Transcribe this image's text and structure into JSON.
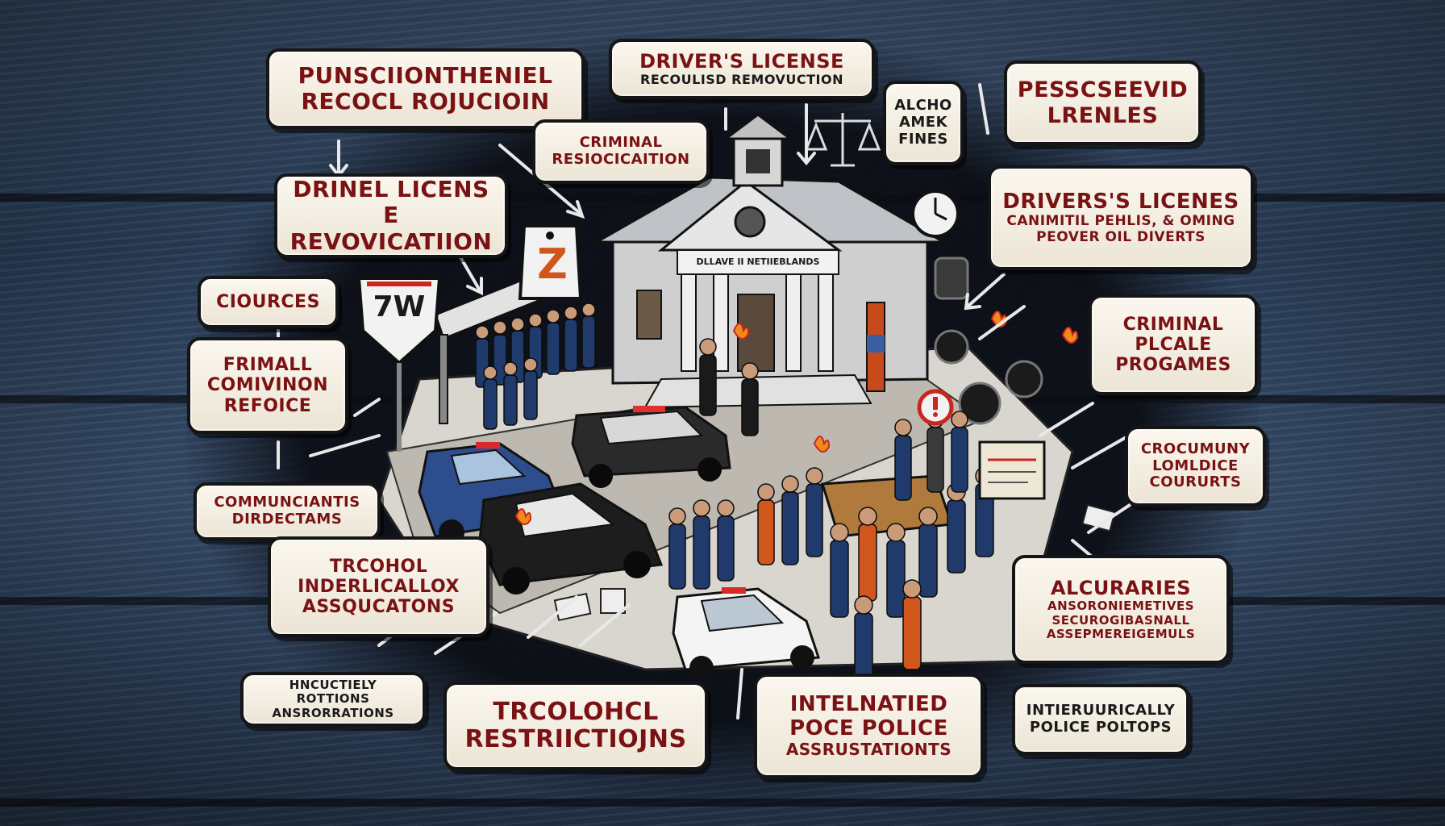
{
  "labels": {
    "punish": {
      "line1": "PUNSCIIONTHENIEL",
      "line2": "RECOCL ROJUCIOIN"
    },
    "drivers_top": {
      "line1": "DRIVER'S LICENSE",
      "line2": "RECOULISD REMOVUCTION"
    },
    "alcho": {
      "line1": "ALCHO",
      "line2": "AMEK",
      "line3": "FINES"
    },
    "pessceevid": {
      "line1": "PESSCSEEVID",
      "line2": "LRENLES"
    },
    "criminal_res": {
      "line1": "CRIMINAL",
      "line2": "RESIOCICAITION"
    },
    "drinel": {
      "line1": "DRINEL LICENS E",
      "line2": "REVOVICATIION"
    },
    "drivers_right": {
      "line1": "DRIVERS'S LICENES",
      "line2": "CANIMITIL PEHLIS, & OMING",
      "line3": "PEOVER OIL DIVERTS"
    },
    "ciources": {
      "line1": "CIOURCES"
    },
    "frimall": {
      "line1": "FRIMALL",
      "line2": "COMIVINON",
      "line3": "REFOICE"
    },
    "criminal_plcale": {
      "line1": "CRIMINAL",
      "line2": "PLCALE",
      "line3": "PROGAMES"
    },
    "crocumuny": {
      "line1": "CROCUMUNY",
      "line2": "LOMLDICE",
      "line3": "COURURTS"
    },
    "communciantis": {
      "line1": "COMMUNCIANTIS",
      "line2": "DIRDECTAMS"
    },
    "trcohol_inder": {
      "line1": "TRCOHOL",
      "line2": "INDERLICALLOX",
      "line3": "ASSQUCATONS"
    },
    "alcuraries": {
      "line1": "ALCURARIES",
      "line2": "ANSORONIEMETIVES",
      "line3": "SECUROGIBASNALL",
      "line4": "ASSEPMEREIGEMULS"
    },
    "hncuctiely": {
      "line1": "HNCUCTIELY ROTTIONS",
      "line2": "ANSRORRATIONS"
    },
    "trcolohcl": {
      "line1": "TRCOLOHCL",
      "line2": "RESTRIICTIOJNS"
    },
    "intelnatied": {
      "line1": "INTELNATIED",
      "line2": "POCE POLICE",
      "line3": "ASSRUSTATIONTS"
    },
    "intieruurically": {
      "line1": "INTIERUURICALLY",
      "line2": "POLICE POLTOPS"
    }
  },
  "signs": {
    "shield": "7W",
    "tag": "Z",
    "building_sign": "DLLAVE II NETIIEBLANDS"
  },
  "colors": {
    "label_text": "#7a1214",
    "label_bg": "#f4efe3",
    "wood": "#34496a",
    "ink": "#0d0f14"
  }
}
